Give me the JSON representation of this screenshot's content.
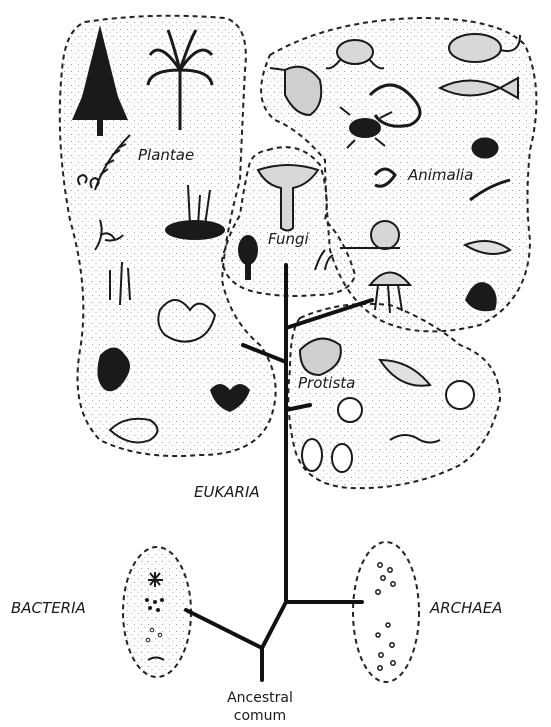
{
  "labels": {
    "plantae": "Plantae",
    "animalia": "Animalia",
    "fungi": "Fungi",
    "protista": "Protista",
    "eukaria": "EUKARIA",
    "bacteria": "BACTERIA",
    "archaea": "ARCHAEA",
    "root_line1": "Ancestral",
    "root_line2": "comum"
  },
  "icons": [
    "conifer-tree-icon",
    "palm-tree-icon",
    "fern-icon",
    "moss-icon",
    "frog-icon",
    "rat-icon",
    "bird-icon",
    "snake-icon",
    "fish-icon",
    "beetle-icon",
    "worm-icon",
    "snail-icon",
    "jellyfish-icon",
    "mushroom-icon",
    "morel-icon",
    "seaweed-icon",
    "amoeba-icon",
    "paramecium-icon",
    "rod-bacteria-icon",
    "archaea-cell-icon"
  ],
  "colors": {
    "ink": "#1a1a1a",
    "dotted_border": "#222222",
    "stipple": "#8a8a8a"
  }
}
